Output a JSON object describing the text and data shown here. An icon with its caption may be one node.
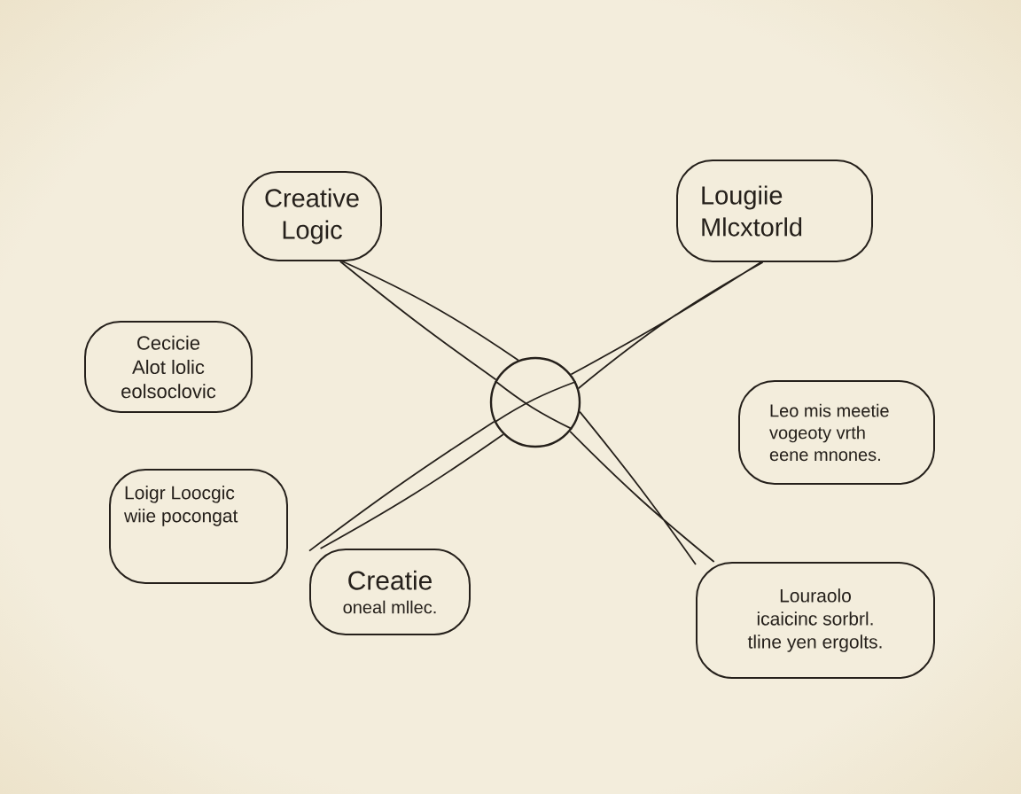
{
  "diagram": {
    "nodes": [
      {
        "text": [
          "Creative Logic"
        ]
      },
      {
        "text": [
          "Lougiie Mlcxtorld"
        ]
      },
      {
        "text": [
          "Cecicie Alot lolic eolsoclovic"
        ]
      },
      {
        "text": [
          "Loigr Loocgic wiie pocongat"
        ]
      },
      {
        "text": [
          "Creatie",
          "oneal mllec."
        ]
      },
      {
        "text": [],
        "shape": "circle"
      },
      {
        "text": [
          "Leo mis meetie vogeoty vrth eene mnones."
        ]
      },
      {
        "text": [
          "Louraolo icaicinc sorbrl. tline yen ergolts."
        ]
      }
    ],
    "edges": [
      {
        "from": 0,
        "to": 5,
        "arrow": "none"
      },
      {
        "from": 1,
        "to": 5,
        "arrow": "none"
      },
      {
        "from": 5,
        "to": 4,
        "arrow": "none"
      },
      {
        "from": 5,
        "to": 7,
        "arrow": "none"
      }
    ]
  }
}
